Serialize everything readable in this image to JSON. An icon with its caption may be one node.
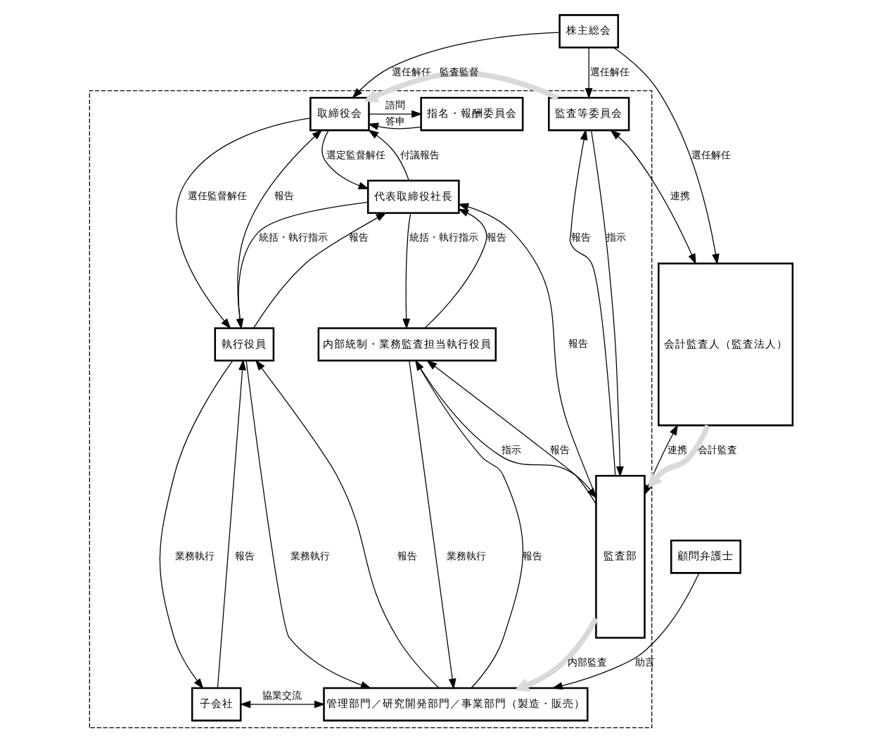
{
  "diagram": {
    "nodes": [
      {
        "text": [
          "株主総会"
        ]
      },
      {
        "text": [],
        "shape": "box"
      },
      {
        "text": [
          "指名・報酬委員会"
        ],
        "in": 1
      },
      {
        "text": [
          "取締役会"
        ],
        "in": 1
      },
      {
        "text": [
          "監査等委員会"
        ],
        "in": 1
      },
      {
        "text": [
          "会計監査人（監査法人）"
        ]
      },
      {
        "text": [
          "代表取締役社長"
        ],
        "in": 1
      },
      {
        "text": [
          "監査部"
        ],
        "in": 1
      },
      {
        "text": [
          "執行役員"
        ],
        "in": 1
      },
      {
        "text": [
          "内部統制・業務監査担当執行役員"
        ],
        "in": 1
      },
      {
        "text": [
          "子会社"
        ],
        "in": 1
      },
      {
        "text": [
          "管理部門／研究開発部門／事業部門（製造・販売）"
        ],
        "in": 1
      },
      {
        "text": [
          "顧問弁護士"
        ]
      }
    ],
    "edges": [
      {
        "from": 0,
        "to": 3,
        "arrow": "to",
        "label": "選任解任"
      },
      {
        "from": 0,
        "to": 4,
        "arrow": "to",
        "label": "選任解任"
      },
      {
        "from": 0,
        "to": 5,
        "arrow": "to",
        "label": "選任解任"
      },
      {
        "from": 3,
        "to": 2,
        "arrow": "to",
        "label": "諮問"
      },
      {
        "from": 2,
        "to": 3,
        "arrow": "to",
        "label": "答申"
      },
      {
        "from": 4,
        "to": 3,
        "arrow": "to",
        "label": "監査監督",
        "style": "thick",
        "color": "#d9d9d9"
      },
      {
        "from": 4,
        "to": 5,
        "arrow": "both",
        "label": "連携"
      },
      {
        "from": 7,
        "to": 4,
        "arrow": "to",
        "label": "報告"
      },
      {
        "from": 4,
        "to": 7,
        "arrow": "to",
        "label": "指示"
      },
      {
        "from": 6,
        "to": 3,
        "arrow": "to",
        "label": "付議報告"
      },
      {
        "from": 3,
        "to": 6,
        "arrow": "to",
        "label": "選定監督解任"
      },
      {
        "from": 8,
        "to": 3,
        "arrow": "to",
        "label": "報告"
      },
      {
        "from": 3,
        "to": 8,
        "arrow": "to",
        "label": "選任監督解任"
      },
      {
        "from": 7,
        "to": 6,
        "arrow": "to",
        "label": "報告"
      },
      {
        "from": 7,
        "to": 5,
        "arrow": "both",
        "label": "連携"
      },
      {
        "from": 5,
        "to": 1,
        "arrow": "to",
        "label": "会計監査",
        "style": "thick",
        "color": "#d9d9d9"
      },
      {
        "from": 8,
        "to": 6,
        "arrow": "to",
        "label": "報告"
      },
      {
        "from": 6,
        "to": 8,
        "arrow": "to",
        "label": "統括・執行指示"
      },
      {
        "from": 9,
        "to": 6,
        "arrow": "to",
        "label": "報告"
      },
      {
        "from": 6,
        "to": 9,
        "arrow": "to",
        "label": "統括・執行指示"
      },
      {
        "from": 9,
        "to": 7,
        "arrow": "to",
        "label": "指示"
      },
      {
        "from": 7,
        "to": 9,
        "arrow": "to",
        "label": "報告"
      },
      {
        "from": 10,
        "to": 8,
        "arrow": "to",
        "label": "報告"
      },
      {
        "from": 8,
        "to": 10,
        "arrow": "to",
        "label": "業務執行"
      },
      {
        "from": 11,
        "to": 8,
        "arrow": "to",
        "label": "報告"
      },
      {
        "from": 8,
        "to": 11,
        "arrow": "to",
        "label": "業務執行"
      },
      {
        "from": 11,
        "to": 9,
        "arrow": "to",
        "label": "報告"
      },
      {
        "from": 9,
        "to": 11,
        "arrow": "to",
        "label": "業務執行"
      },
      {
        "from": 10,
        "to": 11,
        "arrow": "both",
        "label": "協業交流"
      },
      {
        "from": 7,
        "to": 11,
        "arrow": "to",
        "label": "内部監査",
        "style": "thick",
        "color": "#d9d9d9"
      },
      {
        "from": 12,
        "to": 11,
        "arrow": "to",
        "label": "助言"
      }
    ]
  }
}
